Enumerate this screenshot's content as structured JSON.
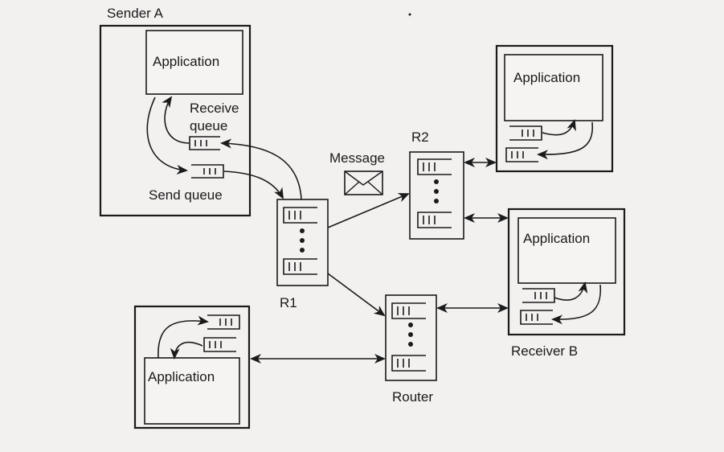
{
  "labels": {
    "sender": "Sender A",
    "receiver": "Receiver B",
    "application": "Application",
    "receive_queue_1": "Receive",
    "receive_queue_2": "queue",
    "send_queue": "Send queue",
    "message": "Message",
    "r1": "R1",
    "r2": "R2",
    "router": "Router"
  }
}
